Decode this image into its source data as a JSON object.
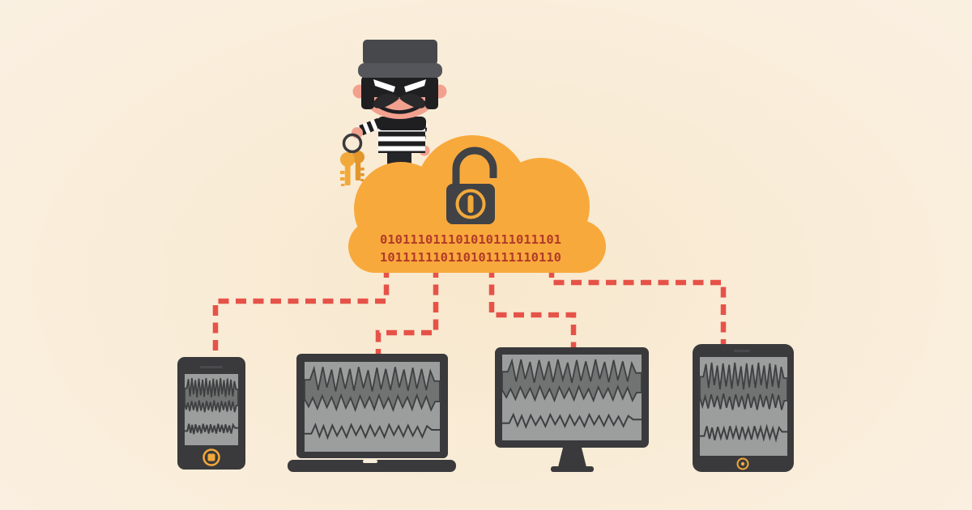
{
  "illustration": {
    "scene": "burglar stealing data from an unlocked cloud connected to devices",
    "cloud": {
      "binary_line_1": "010111011101010111011101",
      "binary_line_2": "101111110110101111110110"
    },
    "character": {
      "name": "burglar",
      "icons": [
        "bowler-hat-icon",
        "eye-mask-icon",
        "mustache-icon",
        "striped-shirt",
        "keyring-icon",
        "key-icon"
      ]
    },
    "cloud_icons": [
      "cloud-icon",
      "open-padlock-icon"
    ],
    "devices": [
      {
        "name": "smartphone",
        "screen": "static-noise",
        "icon": "smartphone-icon"
      },
      {
        "name": "laptop",
        "screen": "static-noise",
        "icon": "laptop-icon"
      },
      {
        "name": "desktop-monitor",
        "screen": "static-noise",
        "icon": "desktop-monitor-icon"
      },
      {
        "name": "tablet",
        "screen": "static-noise",
        "icon": "tablet-icon"
      }
    ],
    "connectors": "dashed-red-lines-cloud-to-devices"
  },
  "colors": {
    "bg-center": "#F8E8CD",
    "bg-edge": "#FAEFDF",
    "cloud-orange": "#F8A93C",
    "dash-red": "#E65248",
    "binary-red": "#B23A28",
    "device-dark": "#3A3A3C",
    "lock-gray": "#404245",
    "screen-gray": "#9C9E9E",
    "band-gray": "#717373",
    "line-gray": "#3D4040",
    "key-gold": "#F2A93B",
    "key-gold-dark": "#E2962C",
    "skin-pink": "#F2A18F",
    "mask-black": "#1F1F22",
    "hat-gray": "#47484C",
    "hat-brim-gray": "#55565C",
    "shirt-white": "#FFFFFF",
    "pants-gray": "#26262A",
    "notch-cream": "#F7EBDA"
  }
}
